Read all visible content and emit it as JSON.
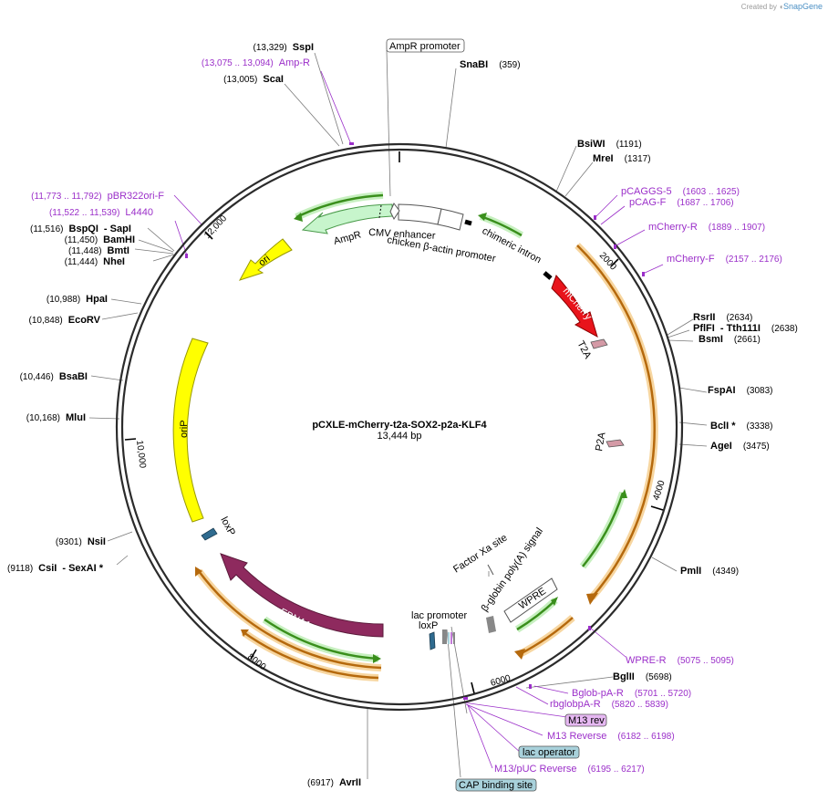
{
  "watermark": {
    "created_by": "Created by",
    "brand": "SnapGene"
  },
  "plasmid": {
    "name": "pCXLE-mCherry-t2a-SOX2-p2a-KLF4",
    "length": "13,444 bp"
  },
  "ticks": [
    "2000",
    "4000",
    "6000",
    "8000",
    "10,000",
    "12,000"
  ],
  "enzymes": [
    {
      "name": "SspI",
      "pos": "(13,329)"
    },
    {
      "name": "ScaI",
      "pos": "(13,005)"
    },
    {
      "name": "SnaBI",
      "pos": "(359)"
    },
    {
      "name": "BsiWI",
      "pos": "(1191)"
    },
    {
      "name": "MreI",
      "pos": "(1317)"
    },
    {
      "name": "RsrII",
      "pos": "(2634)"
    },
    {
      "name": "PflFI",
      "name2": "Tth111I",
      "pos": "(2638)"
    },
    {
      "name": "BsmI",
      "pos": "(2661)"
    },
    {
      "name": "FspAI",
      "pos": "(3083)"
    },
    {
      "name": "BclI *",
      "pos": "(3338)"
    },
    {
      "name": "AgeI",
      "pos": "(3475)"
    },
    {
      "name": "PmlI",
      "pos": "(4349)"
    },
    {
      "name": "BglII",
      "pos": "(5698)"
    },
    {
      "name": "AvrII",
      "pos": "(6917)"
    },
    {
      "name": "CsiI",
      "name2": "SexAI *",
      "pos": "(9118)"
    },
    {
      "name": "NsiI",
      "pos": "(9301)"
    },
    {
      "name": "MluI",
      "pos": "(10,168)"
    },
    {
      "name": "BsaBI",
      "pos": "(10,446)"
    },
    {
      "name": "EcoRV",
      "pos": "(10,848)"
    },
    {
      "name": "HpaI",
      "pos": "(10,988)"
    },
    {
      "name": "NheI",
      "pos": "(11,444)"
    },
    {
      "name": "BmtI",
      "pos": "(11,448)"
    },
    {
      "name": "BamHI",
      "pos": "(11,450)"
    },
    {
      "name": "BspQI",
      "name2": "SapI",
      "pos": "(11,516)"
    }
  ],
  "primers": [
    {
      "name": "Amp-R",
      "pos": "(13,075 .. 13,094)"
    },
    {
      "name": "pBR322ori-F",
      "pos": "(11,773 .. 11,792)"
    },
    {
      "name": "L4440",
      "pos": "(11,522 .. 11,539)"
    },
    {
      "name": "pCAGGS-5",
      "pos": "(1603 .. 1625)"
    },
    {
      "name": "pCAG-F",
      "pos": "(1687 .. 1706)"
    },
    {
      "name": "mCherry-R",
      "pos": "(1889 .. 1907)"
    },
    {
      "name": "mCherry-F",
      "pos": "(2157 .. 2176)"
    },
    {
      "name": "WPRE-R",
      "pos": "(5075 .. 5095)"
    },
    {
      "name": "Bglob-pA-R",
      "pos": "(5701 .. 5720)"
    },
    {
      "name": "rbglobpA-R",
      "pos": "(5820 .. 5839)"
    },
    {
      "name": "M13 Reverse",
      "pos": "(6182 .. 6198)"
    },
    {
      "name": "M13/pUC Reverse",
      "pos": "(6195 .. 6217)"
    }
  ],
  "features": {
    "ampr_promoter": "AmpR promoter",
    "ampr": "AmpR",
    "cmv_enhancer": "CMV enhancer",
    "chicken_promoter": "chicken β-actin promoter",
    "chimeric_intron": "chimeric intron",
    "ori": "ori",
    "mcherry": "mCherry",
    "t2a": "T2A",
    "p2a": "P2A",
    "orip": "oriP",
    "loxp1": "loxP",
    "loxp2": "loxP",
    "ebna1": "EBNA1",
    "factor_xa": "Factor Xa site",
    "bglobin": "β-globin poly(A) signal",
    "wpre": "WPRE",
    "lac_promoter": "lac promoter",
    "m13rev": "M13 rev",
    "lac_operator": "lac operator",
    "cap_site": "CAP binding site"
  },
  "colors": {
    "backbone": "#2b2b2b",
    "primer": "#9b2fc9",
    "mcherry": "#e8141b",
    "orip": "#ffff00",
    "ebna1": "#8e2a5e",
    "ampr": "#c7f5cc",
    "orf_green": "#3a8f1c",
    "orf_orange": "#b5690d",
    "lac_box": "#a8d1db"
  }
}
